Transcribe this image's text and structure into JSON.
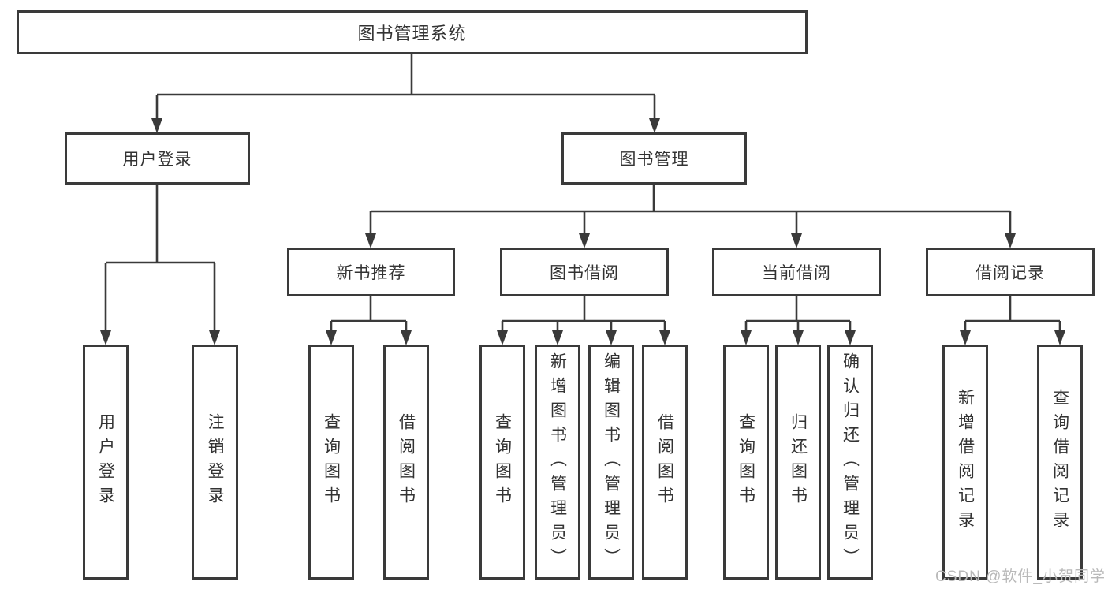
{
  "diagram": {
    "root": "图书管理系统",
    "user_login": {
      "label": "用户登录",
      "children": [
        "用户登录",
        "注销登录"
      ]
    },
    "book_management": {
      "label": "图书管理",
      "sections": [
        {
          "label": "新书推荐",
          "children": [
            "查询图书",
            "借阅图书"
          ]
        },
        {
          "label": "图书借阅",
          "children": [
            "查询图书",
            "新增图书（管理员）",
            "编辑图书（管理员）",
            "借阅图书"
          ]
        },
        {
          "label": "当前借阅",
          "children": [
            "查询图书",
            "归还图书",
            "确认归还（管理员）"
          ]
        },
        {
          "label": "借阅记录",
          "children": [
            "新增借阅记录",
            "查询借阅记录"
          ]
        }
      ]
    }
  },
  "watermark": "CSDN @软件_小贺同学",
  "colors": {
    "line": "#3a3a3a",
    "text": "#333333",
    "background": "#ffffff",
    "box_bg": "#ffffff",
    "watermark": "#b9b9b9"
  }
}
